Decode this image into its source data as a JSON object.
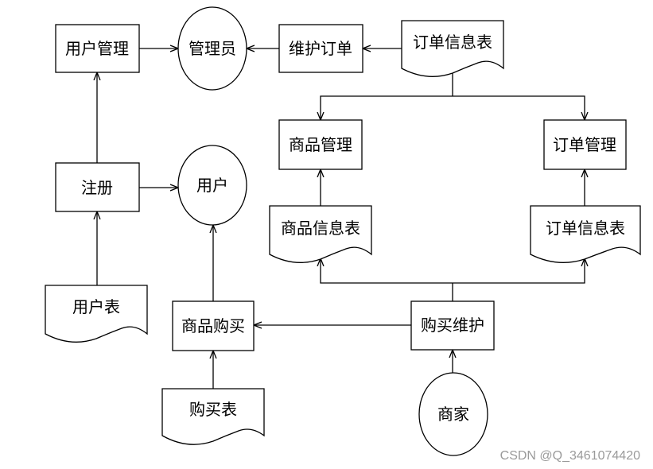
{
  "nodes": {
    "user_management": "用户管理",
    "administrator": "管理员",
    "maintain_orders": "维护订单",
    "order_info_table_top": "订单信息表",
    "product_management": "商品管理",
    "order_management": "订单管理",
    "register": "注册",
    "user": "用户",
    "product_info_table": "商品信息表",
    "order_info_table_right": "订单信息表",
    "user_table": "用户表",
    "product_purchase": "商品购买",
    "purchase_maintenance": "购买维护",
    "purchase_table": "购买表",
    "merchant": "商家"
  },
  "watermark": "CSDN @Q_3461074420",
  "colors": {
    "stroke": "#000000",
    "background": "#ffffff",
    "watermark": "#9a9a9a"
  }
}
